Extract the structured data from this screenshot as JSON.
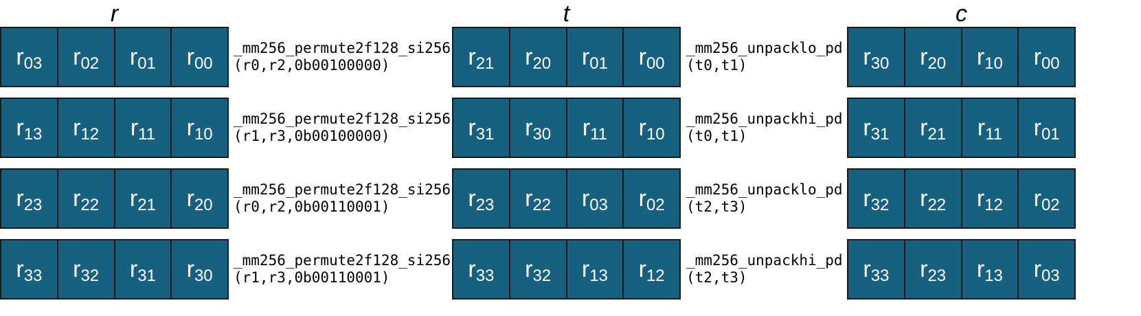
{
  "columns": [
    {
      "title": "r",
      "rows": [
        [
          "03",
          "02",
          "01",
          "00"
        ],
        [
          "13",
          "12",
          "11",
          "10"
        ],
        [
          "23",
          "22",
          "21",
          "20"
        ],
        [
          "33",
          "32",
          "31",
          "30"
        ]
      ]
    },
    {
      "title": "t",
      "rows": [
        [
          "21",
          "20",
          "01",
          "00"
        ],
        [
          "31",
          "30",
          "11",
          "10"
        ],
        [
          "23",
          "22",
          "03",
          "02"
        ],
        [
          "33",
          "32",
          "13",
          "12"
        ]
      ]
    },
    {
      "title": "c",
      "rows": [
        [
          "30",
          "20",
          "10",
          "00"
        ],
        [
          "31",
          "21",
          "11",
          "01"
        ],
        [
          "32",
          "22",
          "12",
          "02"
        ],
        [
          "33",
          "23",
          "13",
          "03"
        ]
      ]
    }
  ],
  "cell_prefix": "r",
  "ops1": [
    [
      "_mm256_permute2f128_si256",
      "(r0,r2,0b00100000)"
    ],
    [
      "_mm256_permute2f128_si256",
      "(r1,r3,0b00100000)"
    ],
    [
      "_mm256_permute2f128_si256",
      "(r0,r2,0b00110001)"
    ],
    [
      "_mm256_permute2f128_si256",
      "(r1,r3,0b00110001)"
    ]
  ],
  "ops2": [
    [
      "_mm256_unpacklo_pd",
      "(t0,t1)"
    ],
    [
      "_mm256_unpackhi_pd",
      "(t0,t1)"
    ],
    [
      "_mm256_unpacklo_pd",
      "(t2,t3)"
    ],
    [
      "_mm256_unpackhi_pd",
      "(t2,t3)"
    ]
  ],
  "colors": {
    "cell_fill": "#17607f",
    "cell_text": "#ffffff",
    "border": "#1a1a1a"
  }
}
